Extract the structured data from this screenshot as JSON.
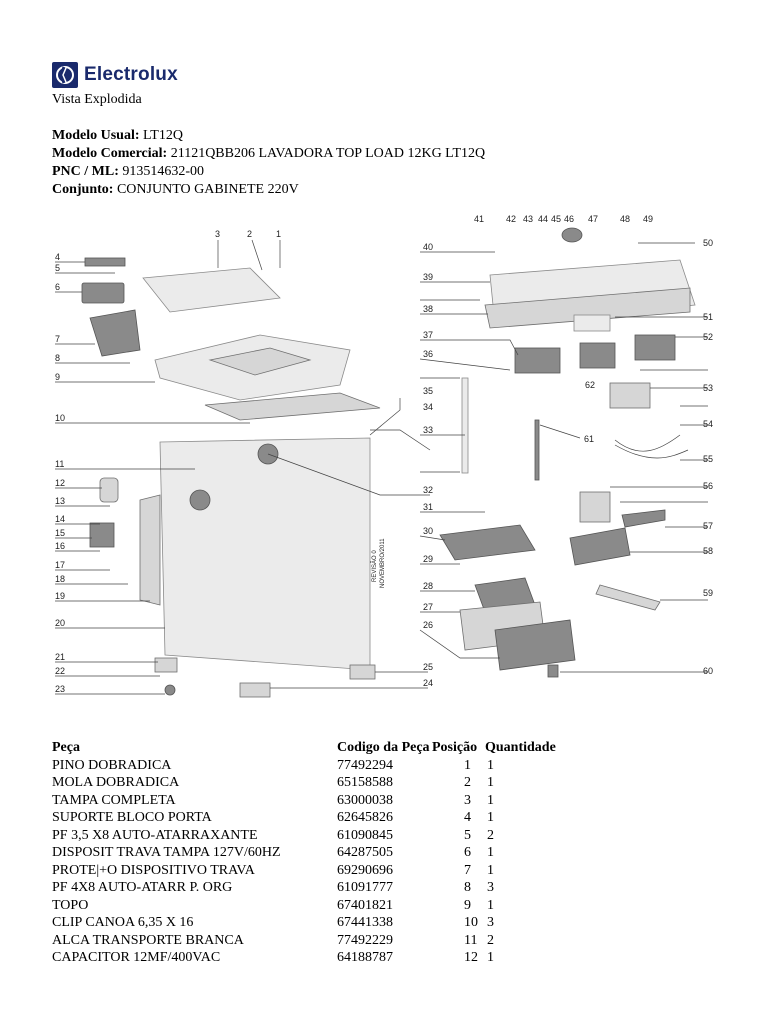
{
  "brand": {
    "name": "Electrolux",
    "logo_icon": "electrolux-logo-icon"
  },
  "header": {
    "subtitle": "Vista Explodida"
  },
  "meta": {
    "modelo_usual_label": "Modelo Usual:",
    "modelo_usual_value": "LT12Q",
    "modelo_comercial_label": "Modelo Comercial:",
    "modelo_comercial_value": "21121QBB206 LAVADORA TOP LOAD 12KG LT12Q",
    "pnc_label": "PNC / ML:",
    "pnc_value": "913514632-00",
    "conjunto_label": "Conjunto:",
    "conjunto_value": "CONJUNTO GABINETE 220V"
  },
  "diagram": {
    "callouts": [
      "1",
      "2",
      "3",
      "4",
      "5",
      "6",
      "7",
      "8",
      "9",
      "10",
      "11",
      "12",
      "13",
      "14",
      "15",
      "16",
      "17",
      "18",
      "19",
      "20",
      "21",
      "22",
      "23",
      "24",
      "25",
      "26",
      "27",
      "28",
      "29",
      "30",
      "31",
      "32",
      "33",
      "34",
      "35",
      "36",
      "37",
      "38",
      "39",
      "40",
      "41",
      "42",
      "43",
      "44",
      "45",
      "46",
      "47",
      "48",
      "49",
      "50",
      "51",
      "52",
      "53",
      "54",
      "55",
      "56",
      "57",
      "58",
      "59",
      "60",
      "61",
      "62"
    ],
    "revision_stamp_line1": "REVISÃO 0",
    "revision_stamp_line2": "NOVEMBRO/2011"
  },
  "table": {
    "headers": {
      "peca": "Peça",
      "codigo": "Codigo da Peça",
      "posicao": "Posição",
      "quantidade": "Quantidade"
    },
    "rows": [
      {
        "peca": "PINO DOBRADICA",
        "codigo": "77492294",
        "posicao": "1",
        "quantidade": "1"
      },
      {
        "peca": "MOLA DOBRADICA",
        "codigo": "65158588",
        "posicao": "2",
        "quantidade": "1"
      },
      {
        "peca": "TAMPA COMPLETA",
        "codigo": "63000038",
        "posicao": "3",
        "quantidade": "1"
      },
      {
        "peca": "SUPORTE BLOCO PORTA",
        "codigo": "62645826",
        "posicao": "4",
        "quantidade": "1"
      },
      {
        "peca": "PF 3,5 X8 AUTO-ATARRAXANTE",
        "codigo": "61090845",
        "posicao": "5",
        "quantidade": "2"
      },
      {
        "peca": "DISPOSIT TRAVA TAMPA 127V/60HZ",
        "codigo": "64287505",
        "posicao": "6",
        "quantidade": "1"
      },
      {
        "peca": "PROTE|+O DISPOSITIVO TRAVA",
        "codigo": "69290696",
        "posicao": "7",
        "quantidade": "1"
      },
      {
        "peca": "PF 4X8 AUTO-ATARR P. ORG",
        "codigo": "61091777",
        "posicao": "8",
        "quantidade": "3"
      },
      {
        "peca": "TOPO",
        "codigo": "67401821",
        "posicao": "9",
        "quantidade": "1"
      },
      {
        "peca": "CLIP CANOA 6,35 X 16",
        "codigo": "67441338",
        "posicao": "10",
        "quantidade": "3"
      },
      {
        "peca": "ALCA TRANSPORTE BRANCA",
        "codigo": "77492229",
        "posicao": "11",
        "quantidade": "2"
      },
      {
        "peca": "CAPACITOR 12MF/400VAC",
        "codigo": "64188787",
        "posicao": "12",
        "quantidade": "1"
      }
    ]
  },
  "colors": {
    "brand_navy": "#1a2a6c",
    "part_gray": "#d6d6d6"
  }
}
